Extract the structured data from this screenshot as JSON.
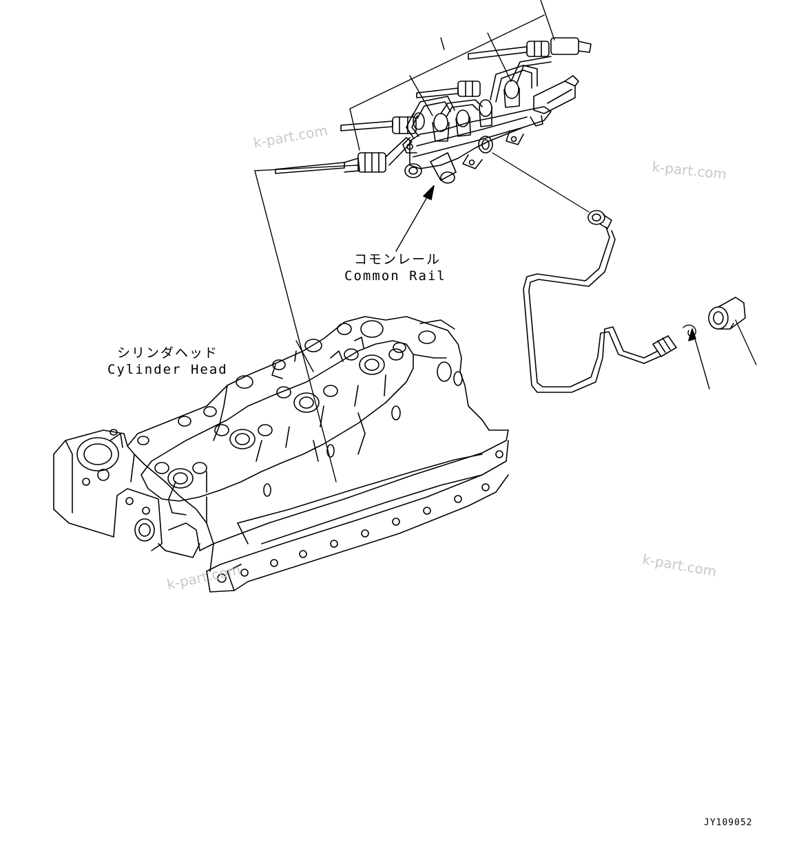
{
  "labels": {
    "common_rail_jp": "コモンレール",
    "common_rail_en": "Common Rail",
    "cylinder_head_jp": "シリンダヘッド",
    "cylinder_head_en": "Cylinder Head"
  },
  "watermarks": [
    "k-part.com",
    "k-part.com",
    "k-part.com",
    "k-part.com"
  ],
  "drawing_code": "JY109052"
}
